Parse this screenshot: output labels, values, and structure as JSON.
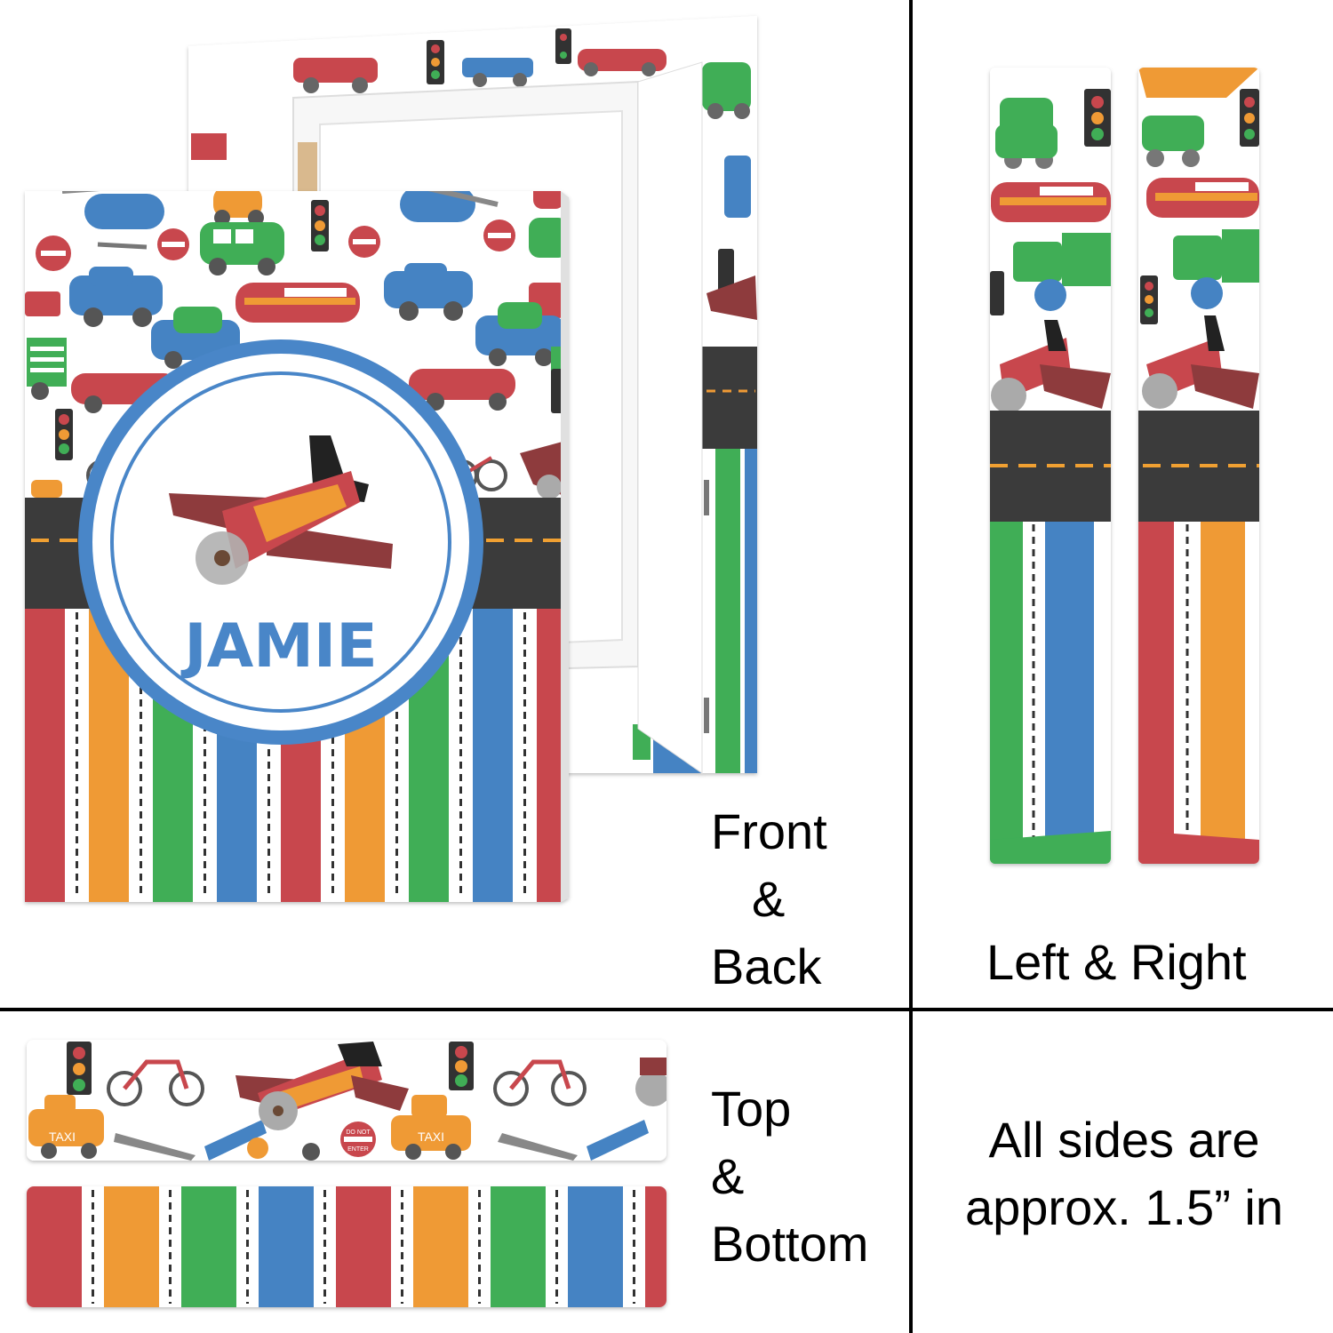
{
  "canvas_name": "JAMIE",
  "labels": {
    "front_back_line1": "Front",
    "front_back_line2": "&",
    "front_back_line3": "Back",
    "left_right": "Left & Right",
    "top_bottom_line1": "Top",
    "top_bottom_line2": "&",
    "top_bottom_line3": "Bottom",
    "note_line1": "All sides are",
    "note_line2": "approx. 1.5” in"
  },
  "pattern_text": {
    "do_not": "DO NOT",
    "enter": "ENTER",
    "taxi": "TAXI"
  },
  "colors": {
    "red": "#c8474d",
    "orange": "#ef9a35",
    "green": "#3fae57",
    "blue": "#4583c3",
    "road": "#3b3b3b",
    "road_line": "#f0a030",
    "badge_ring": "#4a86c8",
    "name_text": "#4a86c8"
  },
  "stripe_order": [
    "red",
    "orange",
    "green",
    "blue"
  ]
}
